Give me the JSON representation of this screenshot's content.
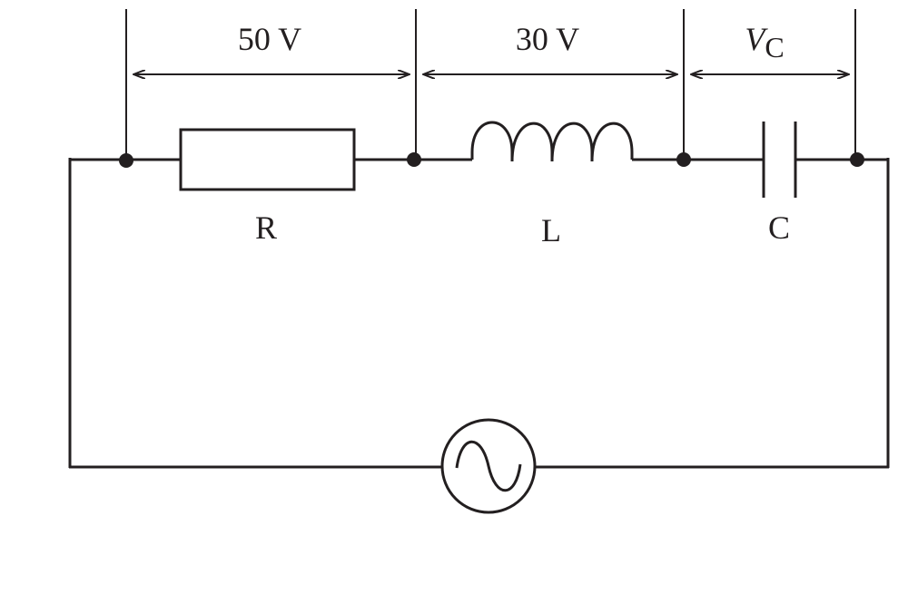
{
  "colors": {
    "ink": "#231f20",
    "background": "#ffffff"
  },
  "voltages": {
    "resistor": "50 V",
    "inductor": "30 V",
    "capacitor_symbol": "V",
    "capacitor_subscript": "C"
  },
  "components": {
    "resistor_label": "R",
    "inductor_label": "L",
    "capacitor_label": "C"
  },
  "source": {
    "icon": "ac-source-icon"
  }
}
